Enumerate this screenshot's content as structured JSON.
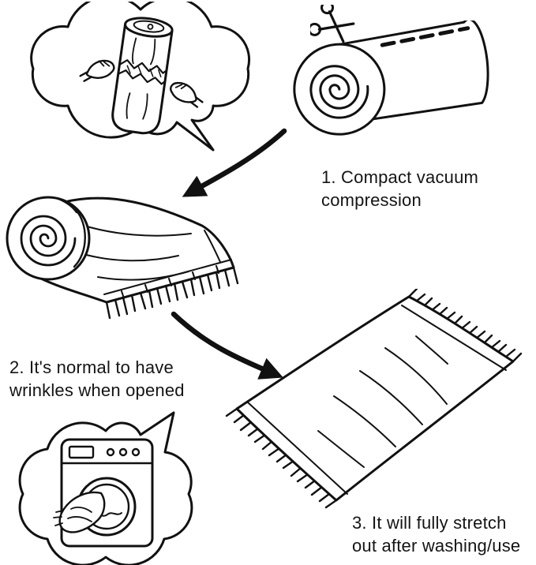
{
  "page": {
    "background_color": "#ffffff",
    "ink_color": "#111111"
  },
  "steps": [
    {
      "number": 1,
      "caption": "1. Compact vacuum\ncompression",
      "illustration": "compressed-roll-icon"
    },
    {
      "number": 2,
      "caption": "2. It's normal to have\nwrinkles when opened",
      "illustration": "unrolled-blanket-icon"
    },
    {
      "number": 3,
      "caption": "3. It will fully stretch\nout after washing/use",
      "illustration": "flat-blanket-icon"
    }
  ],
  "icons": {
    "scissors": "scissors-icon",
    "cut_line": "dashed-cut-line",
    "opening_bubble": "hands-opening-package-icon",
    "washing_bubble": "washing-machine-icon",
    "arrow_1": "arrow-down-left-icon",
    "arrow_2": "arrow-down-right-icon"
  }
}
